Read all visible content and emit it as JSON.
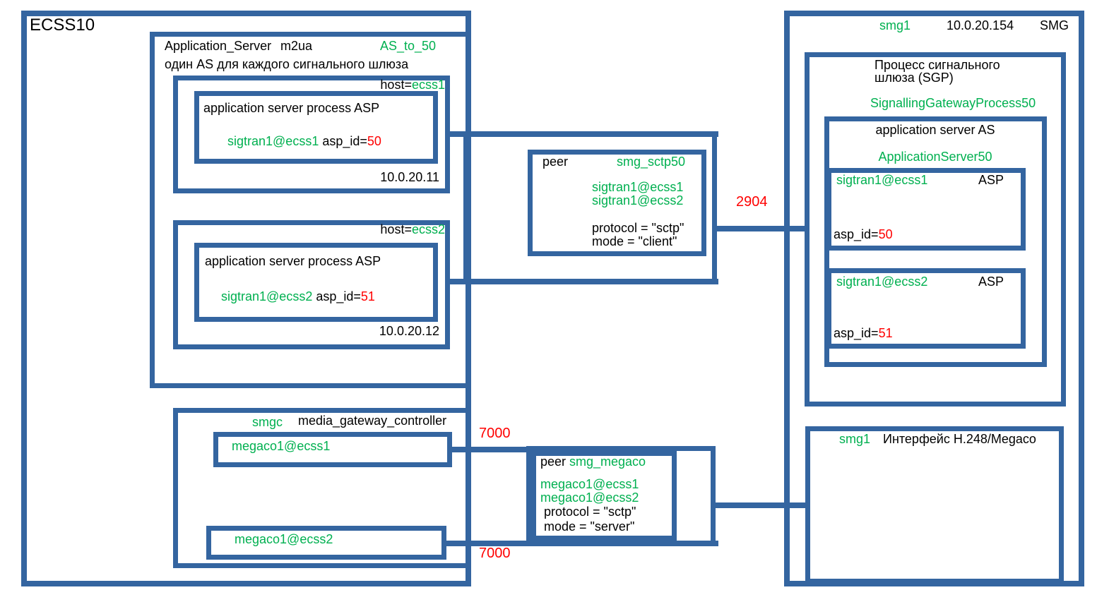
{
  "colors": {
    "box_blue": "#3465A0",
    "accent_green": "#00B050",
    "accent_red": "#FF0000",
    "text_black": "#000000"
  },
  "ecss10": {
    "label": "ECSS10",
    "application_server": {
      "title": "Application_Server",
      "protocol": "m2ua",
      "as_name": "AS_to_50",
      "subtitle": "один AS для каждого сигнального шлюза",
      "hosts": [
        {
          "host_label": "host=",
          "host_name": "ecss1",
          "asp_title": "application server process ASP",
          "endpoint": "sigtran1@ecss1",
          "asp_id_label": " asp_id=",
          "asp_id": "50",
          "ip": "10.0.20.11"
        },
        {
          "host_label": "host=",
          "host_name": "ecss2",
          "asp_title": "application server process ASP",
          "endpoint": "sigtran1@ecss2",
          "asp_id_label": " asp_id=",
          "asp_id": "51",
          "ip": "10.0.20.12"
        }
      ]
    },
    "smgc": {
      "name": "smgc",
      "title": "media_gateway_controller",
      "interfaces": [
        "megaco1@ecss1",
        "megaco1@ecss2"
      ]
    }
  },
  "peer_sctp": {
    "label": "peer",
    "name": "smg_sctp50",
    "endpoint1": "sigtran1@ecss1",
    "endpoint2": "sigtran1@ecss2",
    "protocol": "protocol = \"sctp\"",
    "mode": "mode = \"client\""
  },
  "peer_megaco": {
    "label": "peer",
    "name": "smg_megaco",
    "endpoint1": "megaco1@ecss1",
    "endpoint2": "megaco1@ecss2",
    "protocol": "protocol = \"sctp\"",
    "mode": "mode = \"server\""
  },
  "ports": {
    "sctp": "2904",
    "megaco_top": "7000",
    "megaco_bottom": "7000"
  },
  "smg": {
    "name": "smg1",
    "ip": "10.0.20.154",
    "label": "SMG",
    "sgp": {
      "title_line1": "Процесс сигнального",
      "title_line2": "шлюза (SGP)",
      "name": "SignallingGatewayProcess50",
      "app_server": {
        "title": "application server AS",
        "name": "ApplicationServer50",
        "asps": [
          {
            "endpoint": "sigtran1@ecss1",
            "label": "ASP",
            "asp_id_label": "asp_id=",
            "asp_id": "50"
          },
          {
            "endpoint": "sigtran1@ecss2",
            "label": "ASP",
            "asp_id_label": "asp_id=",
            "asp_id": "51"
          }
        ]
      }
    },
    "megaco_interface": {
      "name": "smg1",
      "title": "Интерфейс H.248/Megaco"
    }
  }
}
